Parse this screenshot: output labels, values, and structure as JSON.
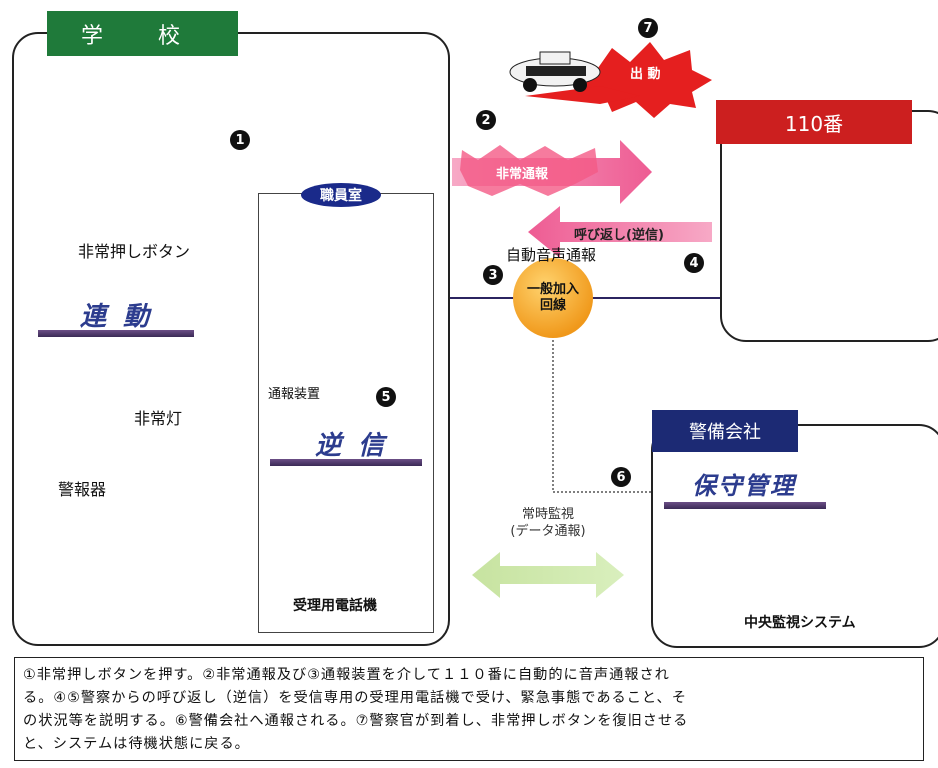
{
  "school": {
    "title": "学 校"
  },
  "panic_button": {
    "label": "非常押しボタン",
    "number": "❶"
  },
  "rendou": {
    "label": "連 動"
  },
  "emergency_light": {
    "label": "非常灯"
  },
  "alarm": {
    "label": "警報器"
  },
  "staff_room": {
    "title": "職員室",
    "device_label": "通報装置",
    "device_number": "5",
    "gyakushin": "逆 信",
    "phone_label": "受理用電話機"
  },
  "arrows": {
    "emergency_report": {
      "label": "非常通報",
      "number": "2"
    },
    "callback": {
      "label": "呼び返し(逆信)",
      "number": "4"
    },
    "dispatch": {
      "label": "出 動",
      "number": "7"
    }
  },
  "auto_voice": {
    "label": "自動音声通報",
    "number": "3"
  },
  "line": {
    "label": "一般加入\n回線"
  },
  "police": {
    "title": "110番"
  },
  "security_company": {
    "title": "警備会社",
    "maintenance": "保守管理",
    "system_label": "中央監視システム",
    "number": "6"
  },
  "monitoring": {
    "label_line1": "常時監視",
    "label_line2": "(データ通報)"
  },
  "caption": {
    "line1": "①非常押しボタンを押す。②非常通報及び③通報装置を介して１１０番に自動的に音声通報され",
    "line2": "る。④⑤警察からの呼び返し（逆信）を受信専用の受理用電話機で受け、緊急事態であること、そ",
    "line3": "の状況等を説明する。⑥警備会社へ通報される。⑦警察官が到着し、非常押しボタンを復旧させる",
    "line4": "と、システムは待機状態に戻る。"
  },
  "colors": {
    "school_green": "#1f7a3a",
    "police_red": "#cc1f1f",
    "security_navy": "#1c2a74",
    "arrow_pink": "#f06fa0",
    "line_orange": "#f5a51c"
  }
}
